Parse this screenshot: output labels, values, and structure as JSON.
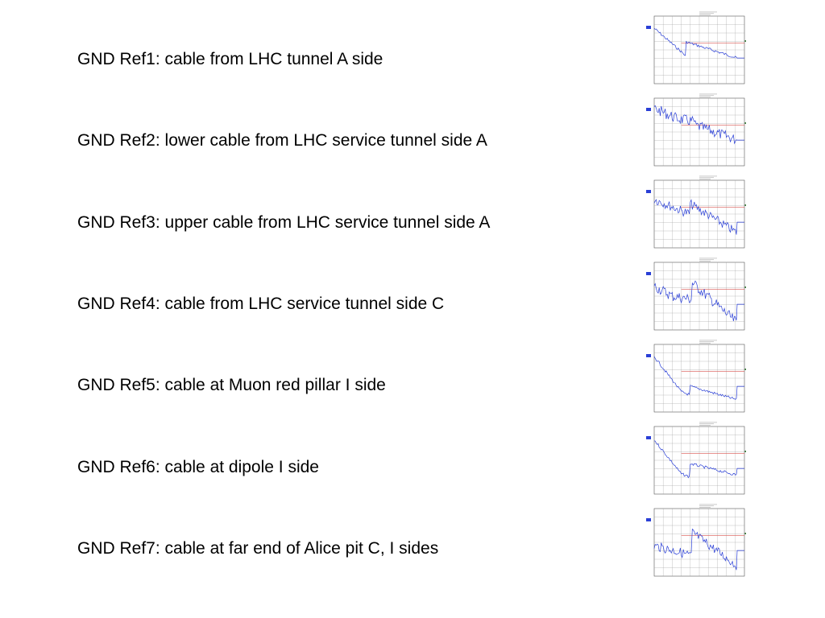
{
  "references": [
    {
      "label": "GND Ref1: cable from LHC tunnel A side"
    },
    {
      "label": "GND Ref2: lower cable from LHC service tunnel side A"
    },
    {
      "label": "GND Ref3: upper cable from LHC service tunnel side A"
    },
    {
      "label": "GND Ref4: cable from LHC service tunnel side C"
    },
    {
      "label": "GND Ref5: cable at Muon red pillar I side"
    },
    {
      "label": "GND Ref6: cable at dipole I side"
    },
    {
      "label": "GND Ref7: cable at far end of Alice pit C, I sides"
    }
  ],
  "colors": {
    "trace": "#2a3fd6",
    "limit_line": "#d9534f",
    "grid": "#9a9a9a",
    "marker": "#3c7d3c"
  }
}
